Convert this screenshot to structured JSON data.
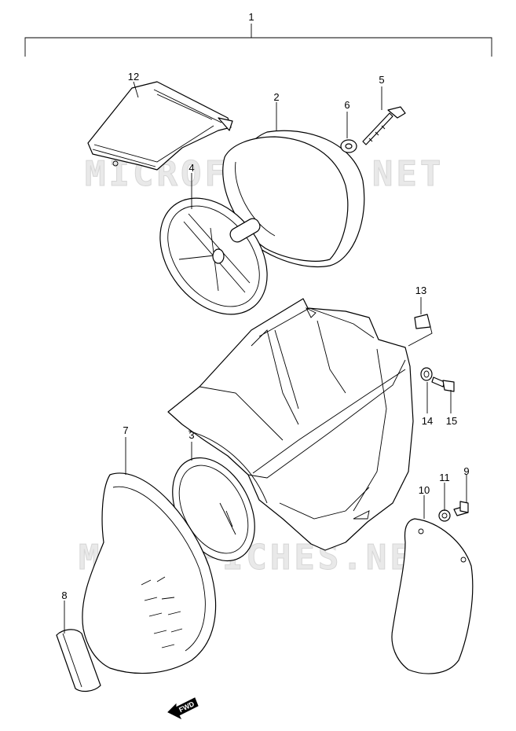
{
  "watermark": "MICROFICHES.NET",
  "fwd_label": "FWD",
  "callouts": {
    "p1": "1",
    "p2": "2",
    "p3": "3",
    "p4": "4",
    "p5": "5",
    "p6": "6",
    "p7": "7",
    "p8": "8",
    "p9": "9",
    "p10": "10",
    "p11": "11",
    "p12": "12",
    "p13": "13",
    "p14": "14",
    "p15": "15"
  }
}
